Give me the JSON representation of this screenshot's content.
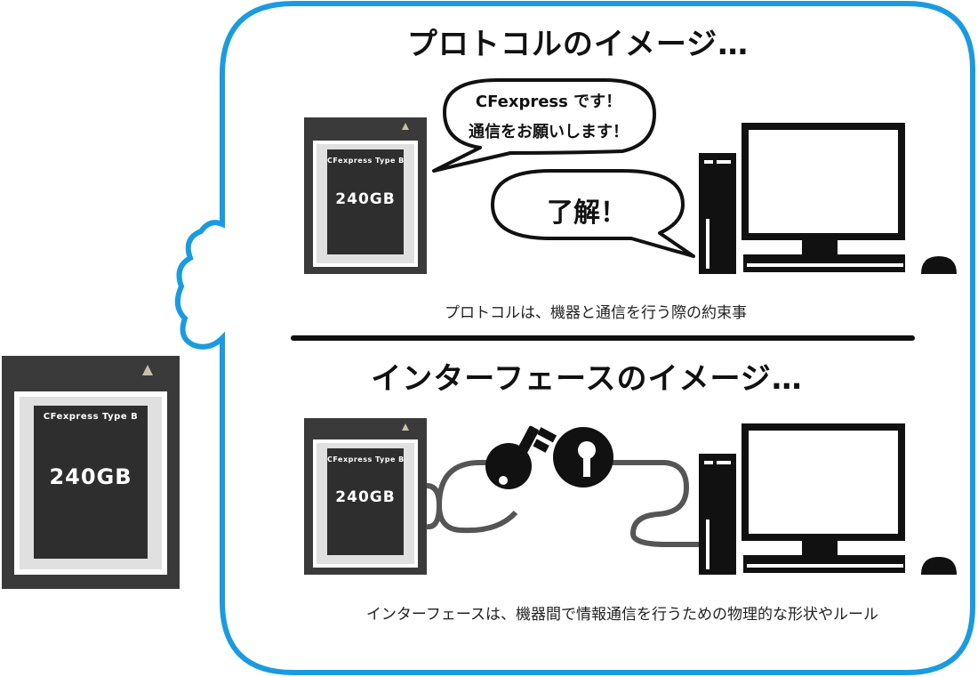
{
  "colors": {
    "frame": "#1a9be0",
    "card_body": "#3a3a3a",
    "card_label": "#2e2e2e",
    "cable": "#555555",
    "ink": "#111111"
  },
  "protocol": {
    "title": "プロトコルのイメージ…",
    "bubble_card_line1": "CFexpress です！",
    "bubble_card_line2": "通信をお願いします！",
    "bubble_pc": "了解！",
    "caption": "プロトコルは、機器と通信を行う際の約束事"
  },
  "interface": {
    "title": "インターフェースのイメージ…",
    "caption": "インターフェースは、機器間で情報通信を行うための物理的な形状やルール"
  },
  "card": {
    "brand": "CFexpress Type B",
    "capacity": "240GB"
  },
  "icons": [
    "cfexpress-card-icon",
    "desktop-computer-icon",
    "mouse-icon",
    "key-icon",
    "keyhole-icon",
    "speech-bubble"
  ]
}
